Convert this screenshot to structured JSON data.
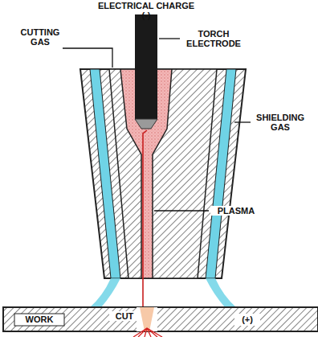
{
  "diagram": {
    "labels": [
      "ELECTRICAL CHARGE",
      "(-)",
      "CUTTING GAS",
      "TORCH ELECTRODE",
      "SHIELDING GAS",
      "PLASMA",
      "WORK",
      "(+)",
      "CUT"
    ]
  }
}
